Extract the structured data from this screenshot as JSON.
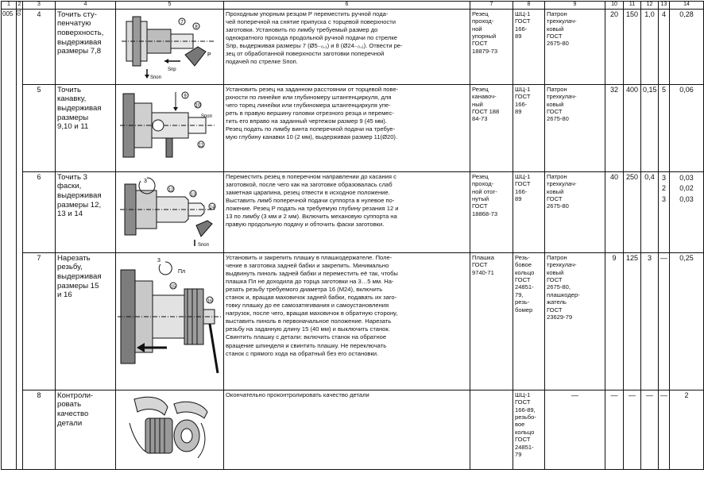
{
  "header_numbers": [
    "1",
    "2",
    "3",
    "4",
    "5",
    "6",
    "7",
    "8",
    "9",
    "10",
    "11",
    "12",
    "13",
    "14"
  ],
  "operation_number": "005",
  "operation_code": "01",
  "rows": [
    {
      "transition": "4",
      "name": "Точить сту-\nпенчатую\nповерхность,\nвыдерживая\nразмеры 7,8",
      "work": "Проходным упорным резцом Р переместить ручной пода-\nчей поперечной на снятие припуска с торцевой поверхности\nзаготовки. Установить по лимбу требуемый размер до\nоднократного прохода продольной ручной подачи по стрелке\nSпр, выдерживая размеры 7 (Ø5₋₀,₁) и 8 (Ø24₋₀,₁). Отвести ре-\nзец от обработанной поверхности заготовки поперечной\nподачей по стрелке Sпоп.",
      "tool": "Резец\nпроход-\nной\nупорный\nГОСТ\n18879-73",
      "measure": "ШЦ-1\nГОСТ\n166-\n89",
      "fixture": "Патрон\nтрехкулач-\nковый\nГОСТ\n2675-80",
      "p10": "20",
      "p11": "150",
      "p12": "1,0",
      "p13": "4",
      "p14": "0,28"
    },
    {
      "transition": "5",
      "name": "Точить\nканавку,\nвыдерживая\nразмеры\n9,10 и 11",
      "work": "Установить резец на заданном расстоянии от торцевой пове-\nрхности по линейке или глубиномеру штангенциркуля, для\nчего торец линейки или глубиномера штангенциркуля упе-\nреть в правую вершину головки отрезного резца и перемес-\nтить его вправо на заданный чертежом размер 9 (45 мм).\nРезец подать по лимбу винта поперечной подачи на требуе-\nмую глубину канавки 10 (2 мм), выдерживая размер 11(Ø20).",
      "tool": "Резец\nканавоч-\nный\nГОСТ 188\n84-73",
      "measure": "ШЦ-1\nГОСТ\n166-\n89",
      "fixture": "Патрон\nтрехкулач-\nковый\nГОСТ\n2675-80",
      "p10": "32",
      "p11": "400",
      "p12": "0,15",
      "p13": "5",
      "p14": "0,06"
    },
    {
      "transition": "6",
      "name": "Точить 3\nфаски,\nвыдерживая\nразмеры 12,\n13 и 14",
      "work": "Переместить резец в поперечном направлении до касания с\nзаготовкой, после чего как на заготовке образовалась слаб\nзаметная царапина, резец отвести в исходное положение.\nВыставить лимб поперечной подачи суппорта в нулевое по-\nложение. Резец Р подать на требуемую глубину резания 12 и\n13 по лимбу (3 мм и 2 мм). Включить механовую суппорта на\nправую продольную подачу и обточить фаски заготовки.",
      "tool": "Резец\nпроход-\nной отог-\nнутый\nГОСТ\n18868-73",
      "measure": "ШЦ-1\nГОСТ\n166-\n89",
      "fixture": "Патрон\nтрехкулач-\nковый\nГОСТ\n2675-80",
      "p10": "40",
      "p11": "250",
      "p12": "0,4",
      "p13": [
        "3",
        "2",
        "3"
      ],
      "p14": [
        "0,03",
        "0,02",
        "0,03"
      ]
    },
    {
      "transition": "7",
      "name": "Нарезать\nрезьбу,\nвыдерживая\nразмеры 15\nи 16",
      "work": "Установить и закрепить плашку в плашкодержателе. Поле-\nчение в заготовка задней бабки и закрепить. Минимально\nвыдвинуть пиноль задней бабки и переместить её так, чтобы\nплашка Пл не доходила до торца заготовки на 3…5 мм. На-\nрезать резьбу требуемого диаметра 16 (М24), включить\nстанок и, вращая маховичок задней бабки, подавать их заго-\nтовку плашку до ее самозатягивания и самоустановления\nнагрузок, после чего, вращая маховичок в обратную сторону,\nвыставить пиноль в первоначальное положение. Нарезать\nрезьбу на заданную длину 15 (40 мм) и выключить станок.\nСвинтить плашку с детали: включить станок на обратное\nвращение шпинделя и свинтить плашку. Не переключать\nстанок с прямого хода на обратный без его остановки.",
      "tool": "Плашка\nГОСТ\n9740-71",
      "measure": "Резь-\nбовое\nкольцо\nГОСТ\n24851-\n79,\nрезь-\nбомер",
      "fixture": "Патрон\nтрехкулач-\nковый\nГОСТ\n2675-80,\nплашкодер-\nжатель\nГОСТ\n23629-79",
      "p10": "9",
      "p11": "125",
      "p12": "3",
      "p13": "—",
      "p14": "0,25"
    },
    {
      "transition": "8",
      "name": "Контроли-\nровать\nкачество\nдетали",
      "work": "Окончательно проконтролировать качество детали",
      "tool": "",
      "measure": "ШЦ-1\nГОСТ\n166-89,\nрезьбо-\nвое\nкольцо\nГОСТ\n24851-\n79",
      "fixture": "—",
      "p10": "—",
      "p11": "—",
      "p12": "—",
      "p13": "—",
      "p14": "2"
    }
  ],
  "sketch_labels": {
    "row4": {
      "n1": "7",
      "n2": "8",
      "sp": "Sпр",
      "spop": "Sпоп"
    },
    "row5": {
      "n1": "9",
      "n2": "10",
      "n3": "11",
      "spop": "Sпоп"
    },
    "row6": {
      "n1": "3",
      "n2": "12",
      "n3": "13",
      "n4": "14",
      "spop": "Sпоп"
    },
    "row7": {
      "n1": "3",
      "n2": "Пл",
      "n3": "15",
      "n4": "16"
    }
  }
}
